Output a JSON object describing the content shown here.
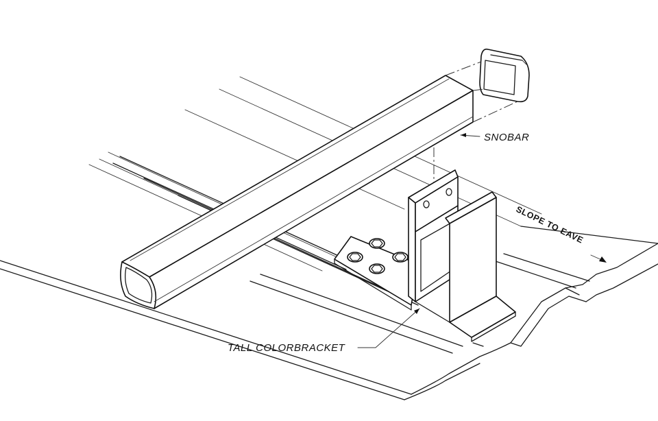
{
  "labels": {
    "snobar": "SNOBAR",
    "bracket": "TALL COLORBRACKET",
    "slope": "SLOPE TO EAVE"
  },
  "colors": {
    "line": "#1a1a1a",
    "background": "#ffffff"
  }
}
